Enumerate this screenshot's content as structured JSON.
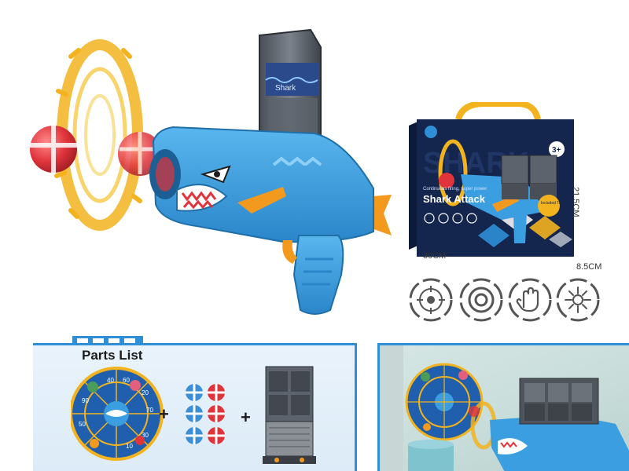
{
  "product": {
    "name": "Shark Attack",
    "tagline": "Continuous firing, super power",
    "age_badge": "3+",
    "target_note": "Included Target",
    "barrel_text": "Shark"
  },
  "box": {
    "brand_text": "SHARK",
    "dimensions": {
      "width": "30CM",
      "height": "21.5CM",
      "depth": "8.5CM"
    }
  },
  "feature_icons": [
    {
      "icon": "target-lock-icon"
    },
    {
      "icon": "concentric-circle-icon"
    },
    {
      "icon": "hand-icon"
    },
    {
      "icon": "burst-icon"
    }
  ],
  "parts_list": {
    "title": "Parts List",
    "plus": "+",
    "dartboard_numbers": [
      "40",
      "60",
      "20",
      "70",
      "30",
      "50",
      "10",
      "90"
    ]
  },
  "colors": {
    "blaster_blue": "#3a9ee0",
    "accent_orange": "#f39a1e",
    "ball_red": "#e0343c",
    "ball_blue": "#3b8fd6",
    "box_navy": "#14264d",
    "panel_border": "#2f8fd6",
    "target_gold": "#f2b31e"
  }
}
